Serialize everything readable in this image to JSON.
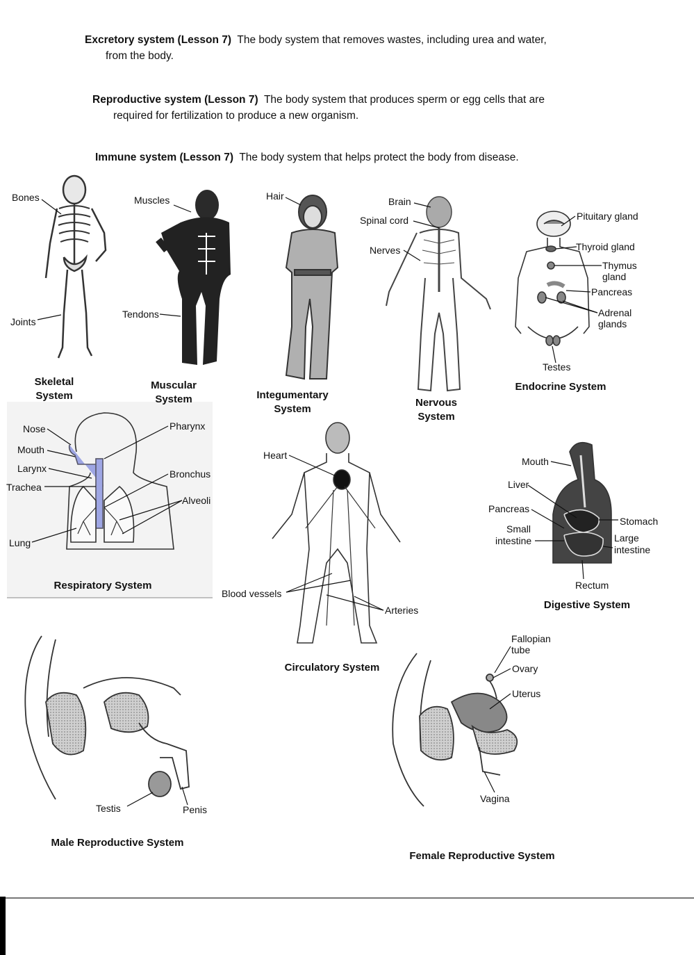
{
  "definitions": {
    "excretory": {
      "term": "Excretory system (Lesson 7)",
      "text": "The body system that removes wastes, including urea and water,",
      "cont": "from the body."
    },
    "reproductive": {
      "term": "Reproductive system (Lesson 7)",
      "text": "The body system that produces sperm or egg cells that are",
      "cont": "required for fertilization to produce a new organism."
    },
    "immune": {
      "term": "Immune system (Lesson 7)",
      "text": "The body system that helps protect the body from disease."
    }
  },
  "skeletal": {
    "caption_1": "Skeletal",
    "caption_2": "System",
    "bones": "Bones",
    "joints": "Joints"
  },
  "muscular": {
    "caption_1": "Muscular",
    "caption_2": "System",
    "muscles": "Muscles",
    "tendons": "Tendons"
  },
  "integumentary": {
    "caption_1": "Integumentary",
    "caption_2": "System",
    "hair": "Hair"
  },
  "nervous": {
    "caption_1": "Nervous",
    "caption_2": "System",
    "brain": "Brain",
    "spinal_cord": "Spinal cord",
    "nerves": "Nerves"
  },
  "endocrine": {
    "caption": "Endocrine System",
    "pituitary": "Pituitary gland",
    "thyroid": "Thyroid gland",
    "thymus_1": "Thymus",
    "thymus_2": "gland",
    "pancreas": "Pancreas",
    "adrenal_1": "Adrenal",
    "adrenal_2": "glands",
    "testes": "Testes"
  },
  "respiratory": {
    "caption": "Respiratory System",
    "nose": "Nose",
    "mouth": "Mouth",
    "larynx": "Larynx",
    "trachea": "Trachea",
    "lung": "Lung",
    "pharynx": "Pharynx",
    "bronchus": "Bronchus",
    "alveoli": "Alveoli"
  },
  "circulatory": {
    "caption": "Circulatory System",
    "heart": "Heart",
    "blood_vessels": "Blood vessels",
    "arteries": "Arteries"
  },
  "digestive": {
    "caption": "Digestive System",
    "mouth": "Mouth",
    "liver": "Liver",
    "pancreas": "Pancreas",
    "small_1": "Small",
    "small_2": "intestine",
    "stomach": "Stomach",
    "large_1": "Large",
    "large_2": "intestine",
    "rectum": "Rectum"
  },
  "male_repro": {
    "caption": "Male Reproductive System",
    "testis": "Testis",
    "penis": "Penis"
  },
  "female_repro": {
    "caption": "Female Reproductive System",
    "fallopian_1": "Fallopian",
    "fallopian_2": "tube",
    "ovary": "Ovary",
    "uterus": "Uterus",
    "vagina": "Vagina"
  },
  "colors": {
    "respiratory_accent": "#9ea6e4",
    "ink": "#111111",
    "dark_body": "#222222",
    "gray_body": "#9c9c9c"
  }
}
